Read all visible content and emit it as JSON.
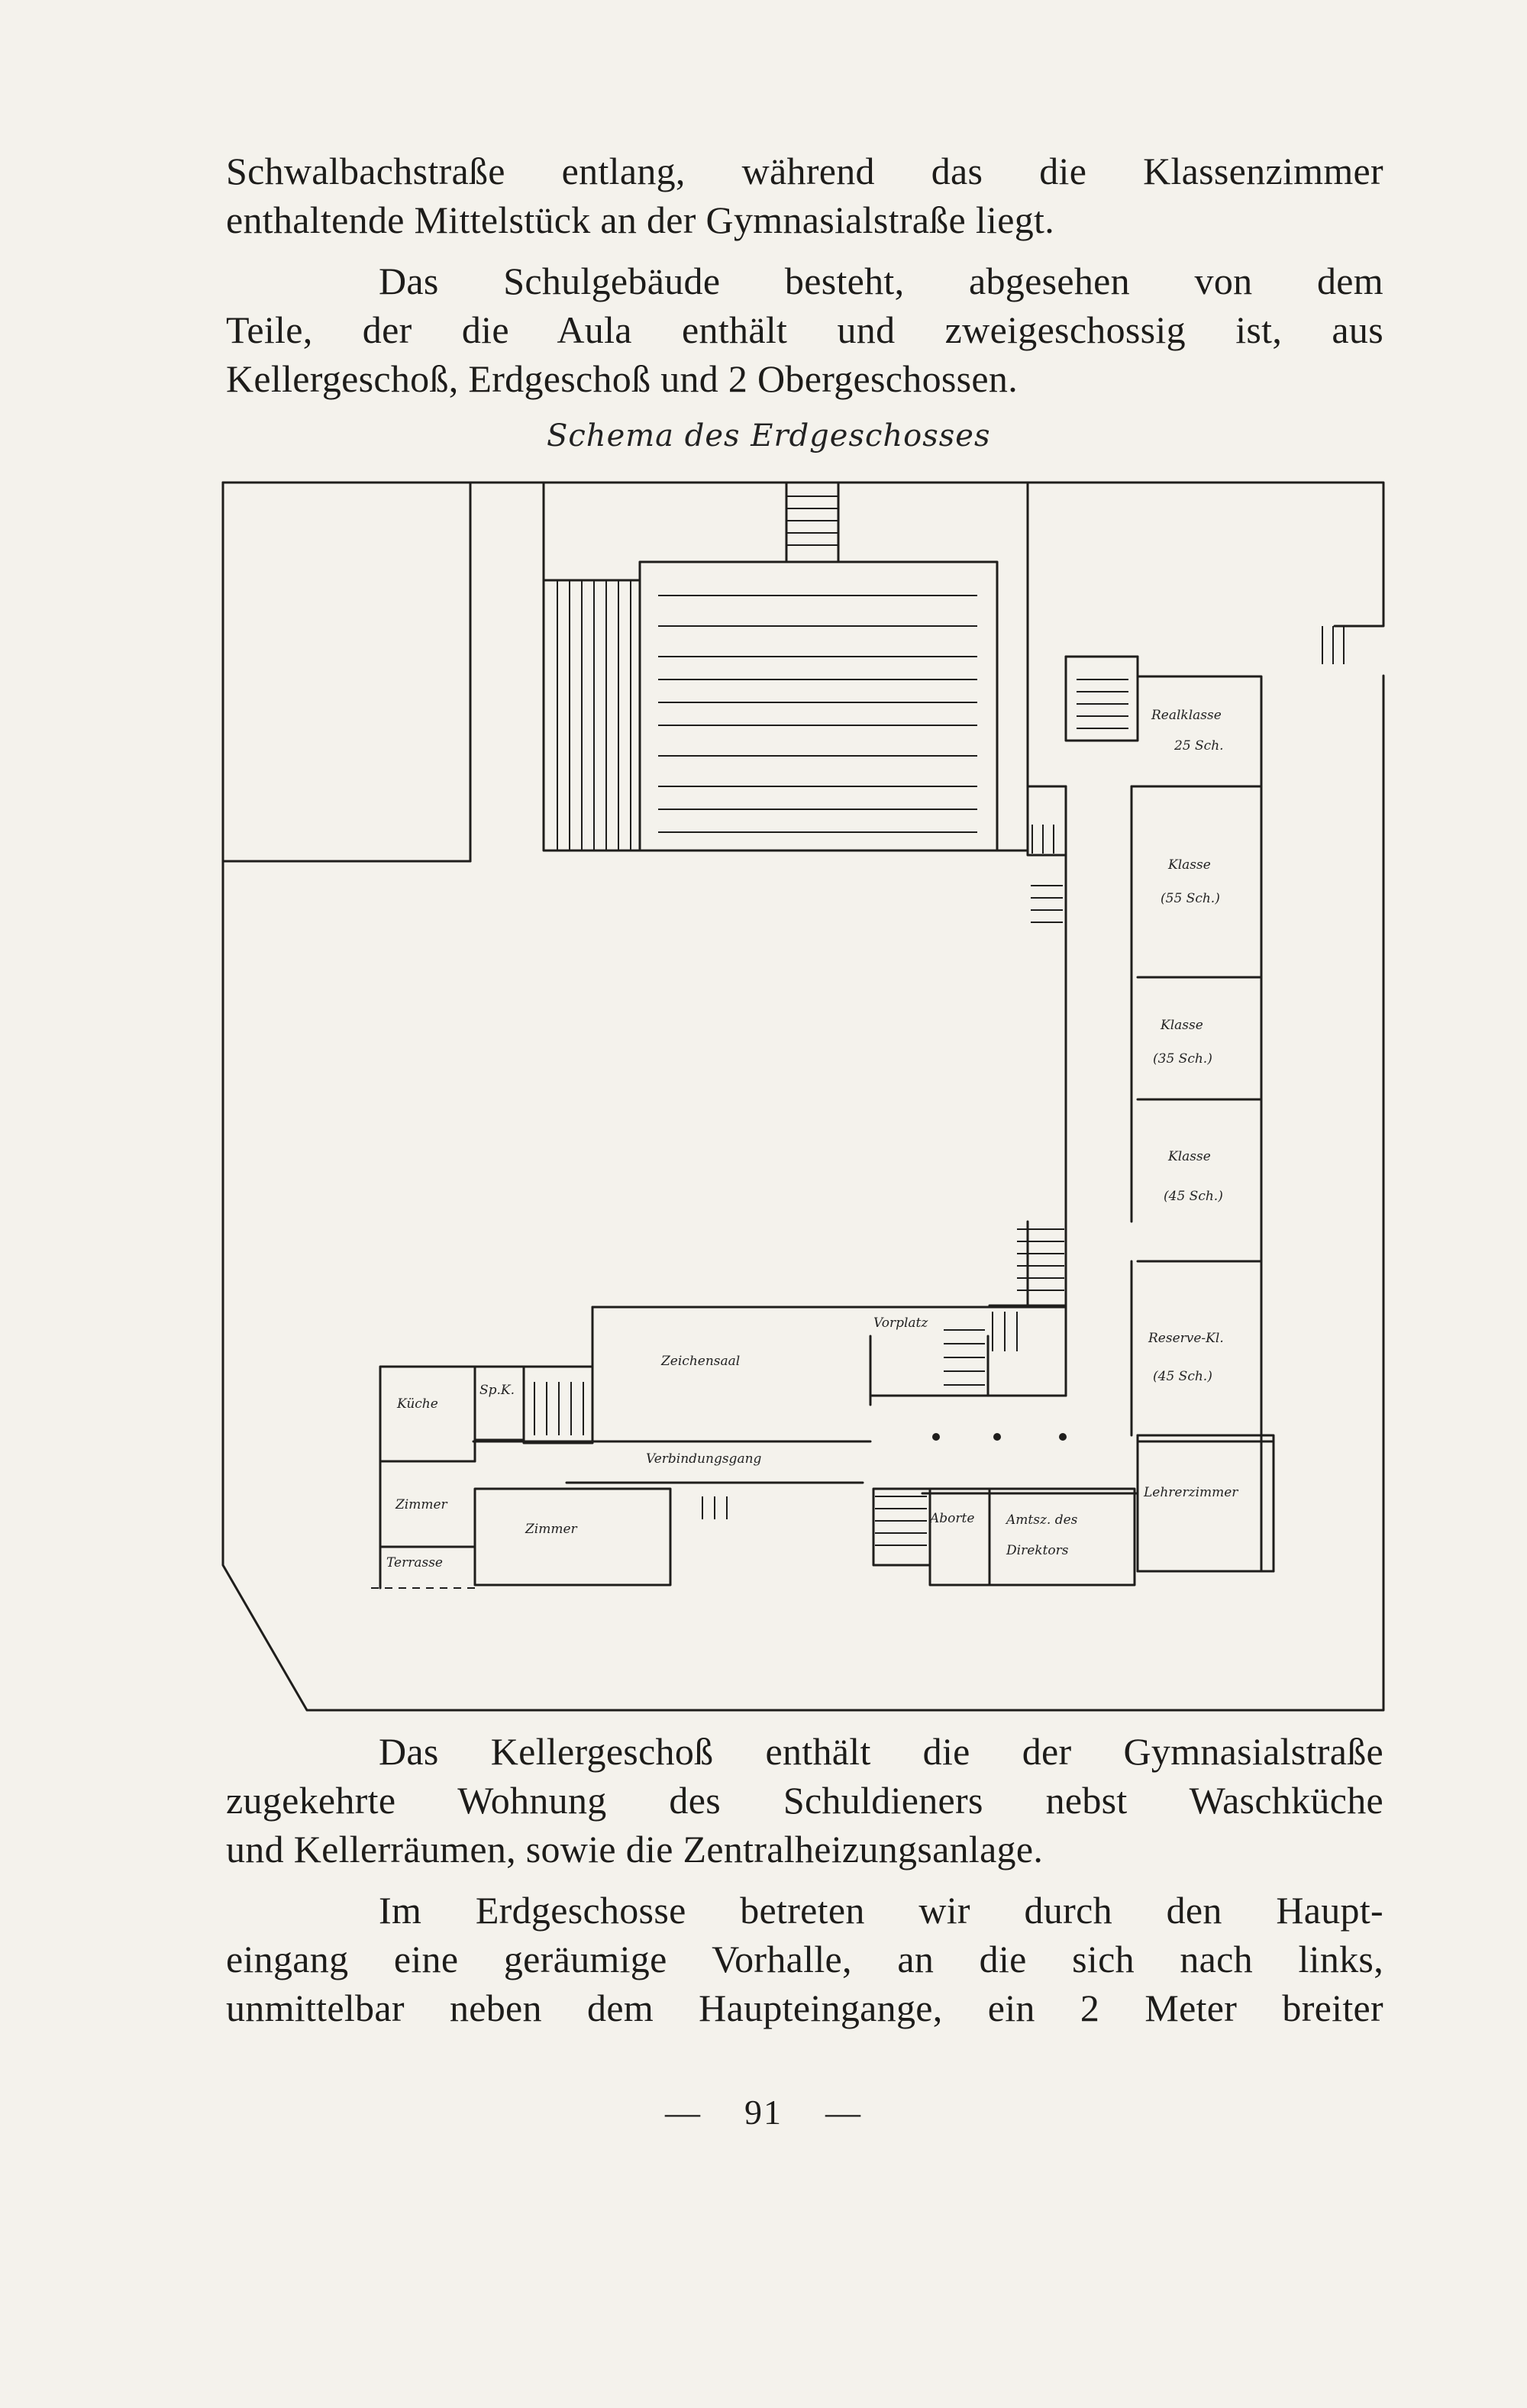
{
  "paragraph_1": [
    "Schwalbachstraße entlang, während das die Klassenzimmer",
    "enthaltende Mittelstück an der Gymnasialstraße liegt."
  ],
  "paragraph_2": [
    "Das Schulgebäude besteht, abgesehen von dem",
    "Teile, der die Aula enthält und zweigeschossig ist, aus",
    "Kellergeschoß, Erdgeschoß und 2 Obergeschossen."
  ],
  "plan": {
    "caption": "Schema des Erdgeschosses",
    "rooms": {
      "realklasse": "Realklasse",
      "realklasse_size": "25 Sch.",
      "klasse_1": "Klasse",
      "klasse_1_size": "(55 Sch.)",
      "klasse_2": "Klasse",
      "klasse_2_size": "(35 Sch.)",
      "klasse_3": "Klasse",
      "klasse_3_size": "(45 Sch.)",
      "reserve": "Reserve-Kl.",
      "reserve_size": "(45 Sch.)",
      "lehrerzimmer": "Lehrerzimmer",
      "zeichensaal": "Zeichensaal",
      "verbindungsgang": "Verbindungsgang",
      "kueche": "Küche",
      "speisekammer": "Sp.K.",
      "zimmer_1": "Zimmer",
      "zimmer_2": "Zimmer",
      "terrasse": "Terrasse",
      "aborte": "Aborte",
      "vorplatz": "Vorplatz",
      "amtszimmer": "Amtsz. des",
      "direktor": "Direktors"
    }
  },
  "paragraph_3": [
    "Das Kellergeschoß enthält die der Gymnasialstraße",
    "zugekehrte Wohnung des Schuldieners nebst Waschküche",
    "und Kellerräumen, sowie die Zentralheizungsanlage."
  ],
  "paragraph_4": [
    "Im Erdgeschosse betreten wir durch den Haupt-",
    "eingang eine geräumige Vorhalle, an die sich nach links,",
    "unmittelbar neben dem Haupteingange, ein 2 Meter breiter"
  ],
  "page_number": "91",
  "dash": "—"
}
